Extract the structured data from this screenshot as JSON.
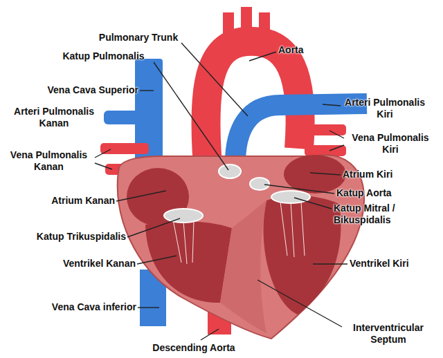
{
  "diagram": {
    "labels": [
      "Pulmonary Trunk",
      "Katup Pulmonalis",
      "Aorta",
      "Vena Cava Superior",
      "Arteri Pulmonalis Kiri",
      "Arteri Pulmonalis Kanan",
      "Vena Pulmonalis Kanan",
      "Vena Pulmonalis Kiri",
      "Atrium Kiri",
      "Atrium Kanan",
      "Katup Aorta",
      "Katup Mitral / Bikuspidalis",
      "Katup Trikuspidalis",
      "Ventrikel Kanan",
      "Ventrikel Kiri",
      "Vena Cava inferior",
      "Interventricular Septum",
      "Descending Aorta"
    ]
  }
}
